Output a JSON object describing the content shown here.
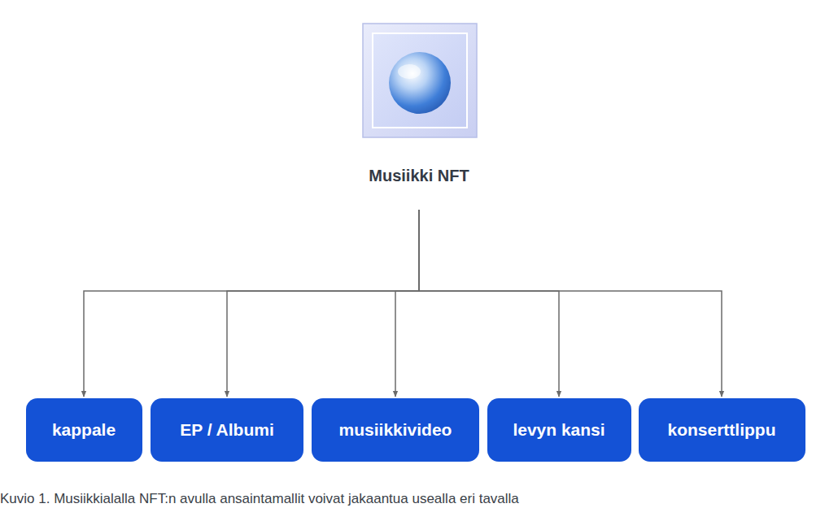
{
  "diagram": {
    "caption": "Kuvio 1. Musiikkialalla NFT:n avulla ansaintamallit voivat jakaantua usealla eri tavalla",
    "nodes": [
      {
        "text": [
          "Musiikki NFT"
        ]
      },
      {
        "text": [
          "kappale"
        ]
      },
      {
        "text": [
          "EP / Albumi"
        ]
      },
      {
        "text": [
          "musiikkivideo"
        ]
      },
      {
        "text": [
          "levyn kansi"
        ]
      },
      {
        "text": [
          "konserttlippu"
        ]
      }
    ],
    "edges": [
      {
        "from": 0,
        "to": 1,
        "arrow": "to"
      },
      {
        "from": 0,
        "to": 2,
        "arrow": "to"
      },
      {
        "from": 0,
        "to": 3,
        "arrow": "to"
      },
      {
        "from": 0,
        "to": 4,
        "arrow": "to"
      },
      {
        "from": 0,
        "to": 5,
        "arrow": "to"
      }
    ]
  }
}
